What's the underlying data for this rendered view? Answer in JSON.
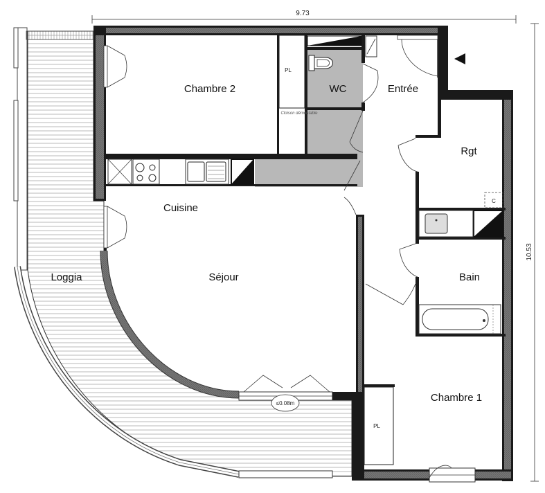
{
  "dimensions": {
    "width": "9.73",
    "height": "10.53"
  },
  "rooms": {
    "chambre2": "Chambre 2",
    "wc": "WC",
    "entree": "Entrée",
    "rgt": "Rgt",
    "cuisine": "Cuisine",
    "sejour": "Séjour",
    "loggia": "Loggia",
    "bain": "Bain",
    "chambre1": "Chambre 1"
  },
  "annotations": {
    "pl_top": "PL",
    "pl_bottom": "PL",
    "placard_c": "C",
    "cloison": "Cloison démontable",
    "seuil": "≤0.08m"
  },
  "colors": {
    "wall": "#1a1a1a",
    "wet_area": "#b8b8b8",
    "loggia_hatch": "#7a7a7a"
  },
  "icons": [
    "entrance-arrow-icon",
    "toilet-icon",
    "cooktop-icon",
    "sink-icon",
    "bathtub-icon",
    "washbasin-icon"
  ]
}
